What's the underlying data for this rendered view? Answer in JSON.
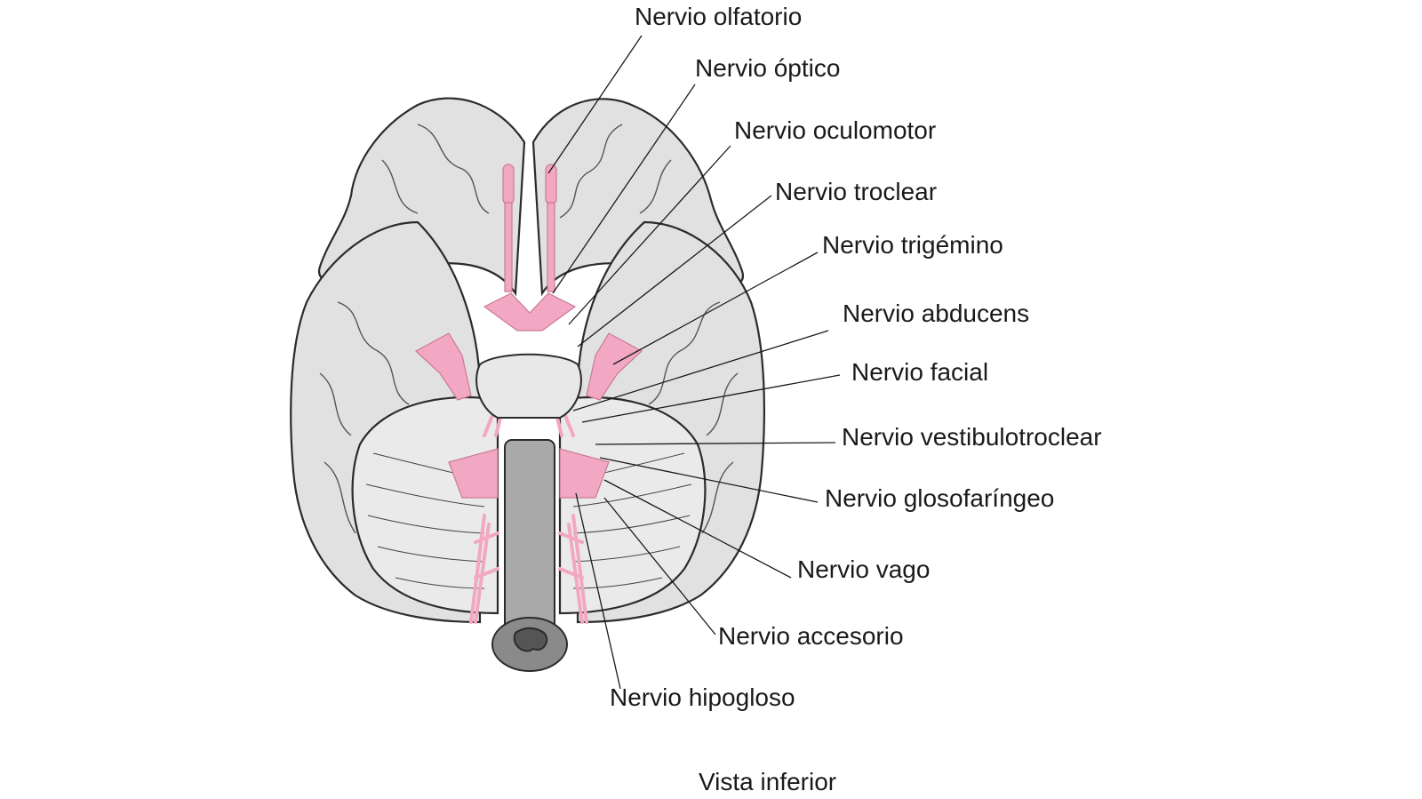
{
  "caption": "Vista inferior",
  "colors": {
    "brain_fill": "#e1e1e1",
    "outline": "#2b2b2b",
    "nerve": "#f2a7c3",
    "stem": "#a9a9a9",
    "stem_dark": "#777777"
  },
  "labels": {
    "olfatorio": "Nervio olfatorio",
    "optico": "Nervio óptico",
    "oculomotor": "Nervio oculomotor",
    "troclear": "Nervio troclear",
    "trigemino": "Nervio trigémino",
    "abducens": "Nervio abducens",
    "facial": "Nervio facial",
    "vestibulotroclear": "Nervio vestibulotroclear",
    "glosofaringeo": "Nervio glosofaríngeo",
    "vago": "Nervio vago",
    "accesorio": "Nervio accesorio",
    "hipogloso": "Nervio hipogloso"
  }
}
